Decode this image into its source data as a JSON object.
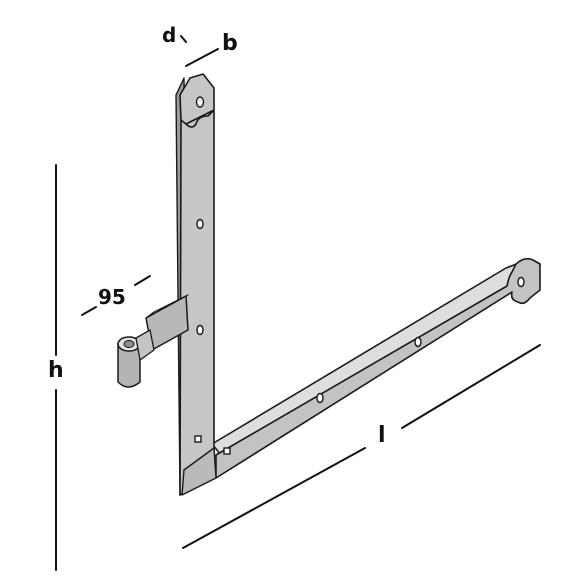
{
  "drawing": {
    "labels": {
      "d": "d",
      "b": "b",
      "width_value": "95",
      "h": "h",
      "l": "l"
    },
    "colors": {
      "metal": "#c2c4c6",
      "metal_light": "#d6d8da",
      "metal_dark": "#8e9092",
      "outline": "#1a1a1a",
      "dimension_line": "#111111"
    }
  }
}
